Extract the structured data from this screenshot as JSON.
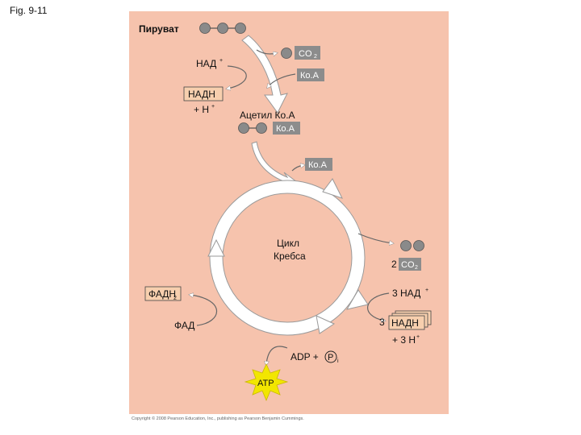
{
  "figure_label": "Fig. 9-11",
  "pyruvate": "Пируват",
  "co2_top": "CO",
  "co2_sub": "2",
  "nad_top": "НАД",
  "nad_top_sup": "+",
  "coa_in": "Ко.А",
  "nadh_top": "НАДН",
  "h_plus_top": "+ Н",
  "h_plus_sup": "+",
  "acetyl_coa": "Ацетил Ко.А",
  "coa_bound": "Ко.А",
  "coa_released": "Ко.А",
  "cycle_line1": "Цикл",
  "cycle_line2": "Кребса",
  "co2_right_count": "2",
  "co2_right": "CO",
  "co2_right_sub": "2",
  "fadh2": "ФАДН",
  "fadh2_sub": "2",
  "nad_right": "3 НАД",
  "nad_right_sup": "+",
  "nadh_right_count": "3",
  "nadh_right": "НАДН",
  "h_plus_right": "+ 3 Н",
  "h_plus_right_sup": "+",
  "fad": "ФАД",
  "adp": "ADP +",
  "pi": "P",
  "pi_sub": "i",
  "atp": "ATP",
  "copyright": "Copyright © 2008 Pearson Education, Inc., publishing as Pearson Benjamin Cummings.",
  "colors": {
    "panel": "#f6c3ad",
    "label_box": "#8c8c8c",
    "nadh_box": "#f7cfae",
    "atp_star": "#f2e600",
    "arrow": "#ffffff",
    "molecule": "#8a8a8a"
  }
}
